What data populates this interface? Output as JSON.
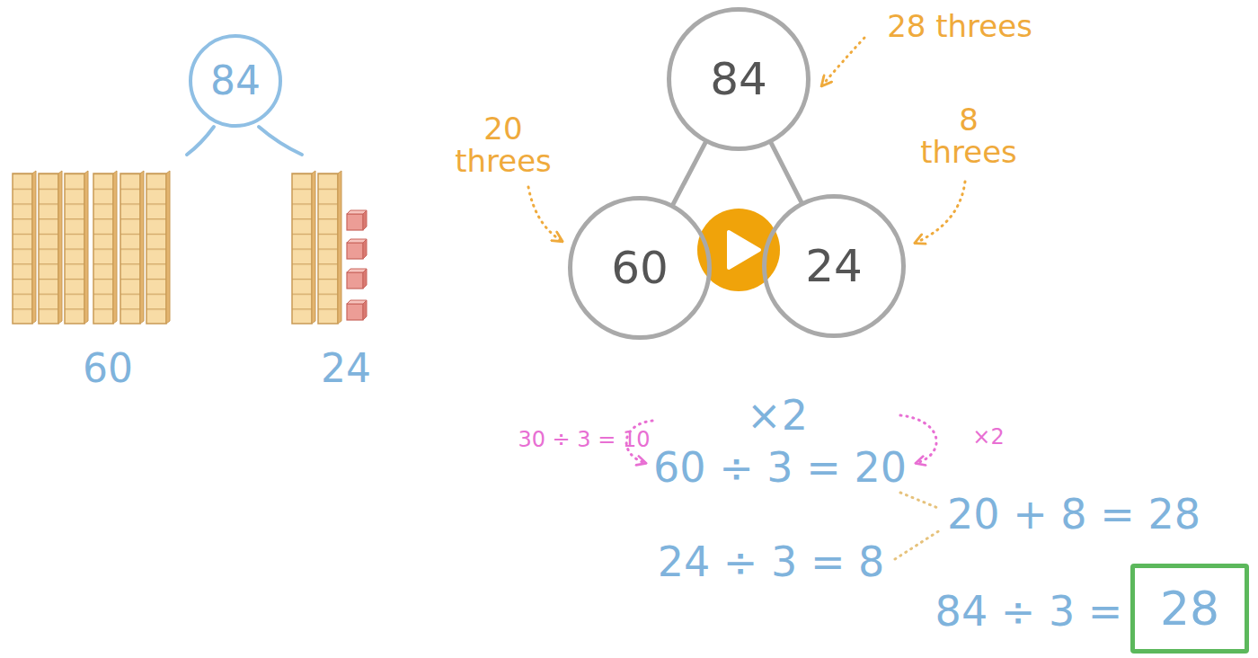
{
  "diagram": {
    "nodes": [
      {
        "text": [
          "84"
        ]
      },
      {
        "text": [
          "84"
        ]
      },
      {
        "text": [
          "60"
        ]
      },
      {
        "text": [
          "24"
        ]
      },
      {
        "text": [
          "28"
        ]
      }
    ],
    "edges": [
      {
        "from": 1,
        "to": 2,
        "arrow": "none"
      },
      {
        "from": 1,
        "to": 3,
        "arrow": "none"
      }
    ],
    "labels": [
      "60",
      "24",
      "28 threes",
      "20 threes",
      "8 threes",
      "30 ÷ 3 = 10",
      "×2",
      "×2",
      "60 ÷ 3 = 20",
      "20 + 8 = 28",
      "24 ÷ 3 = 8",
      "84 ÷ 3 ="
    ]
  }
}
